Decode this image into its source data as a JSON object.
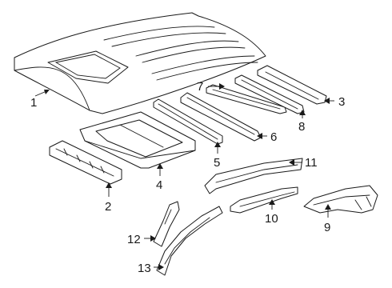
{
  "callouts": [
    {
      "id": "1",
      "label": "1"
    },
    {
      "id": "2",
      "label": "2"
    },
    {
      "id": "3",
      "label": "3"
    },
    {
      "id": "4",
      "label": "4"
    },
    {
      "id": "5",
      "label": "5"
    },
    {
      "id": "6",
      "label": "6"
    },
    {
      "id": "7",
      "label": "7"
    },
    {
      "id": "8",
      "label": "8"
    },
    {
      "id": "9",
      "label": "9"
    },
    {
      "id": "10",
      "label": "10"
    },
    {
      "id": "11",
      "label": "11"
    },
    {
      "id": "12",
      "label": "12"
    },
    {
      "id": "13",
      "label": "13"
    }
  ],
  "colors": {
    "line": "#1a1a1a",
    "background": "#ffffff"
  }
}
